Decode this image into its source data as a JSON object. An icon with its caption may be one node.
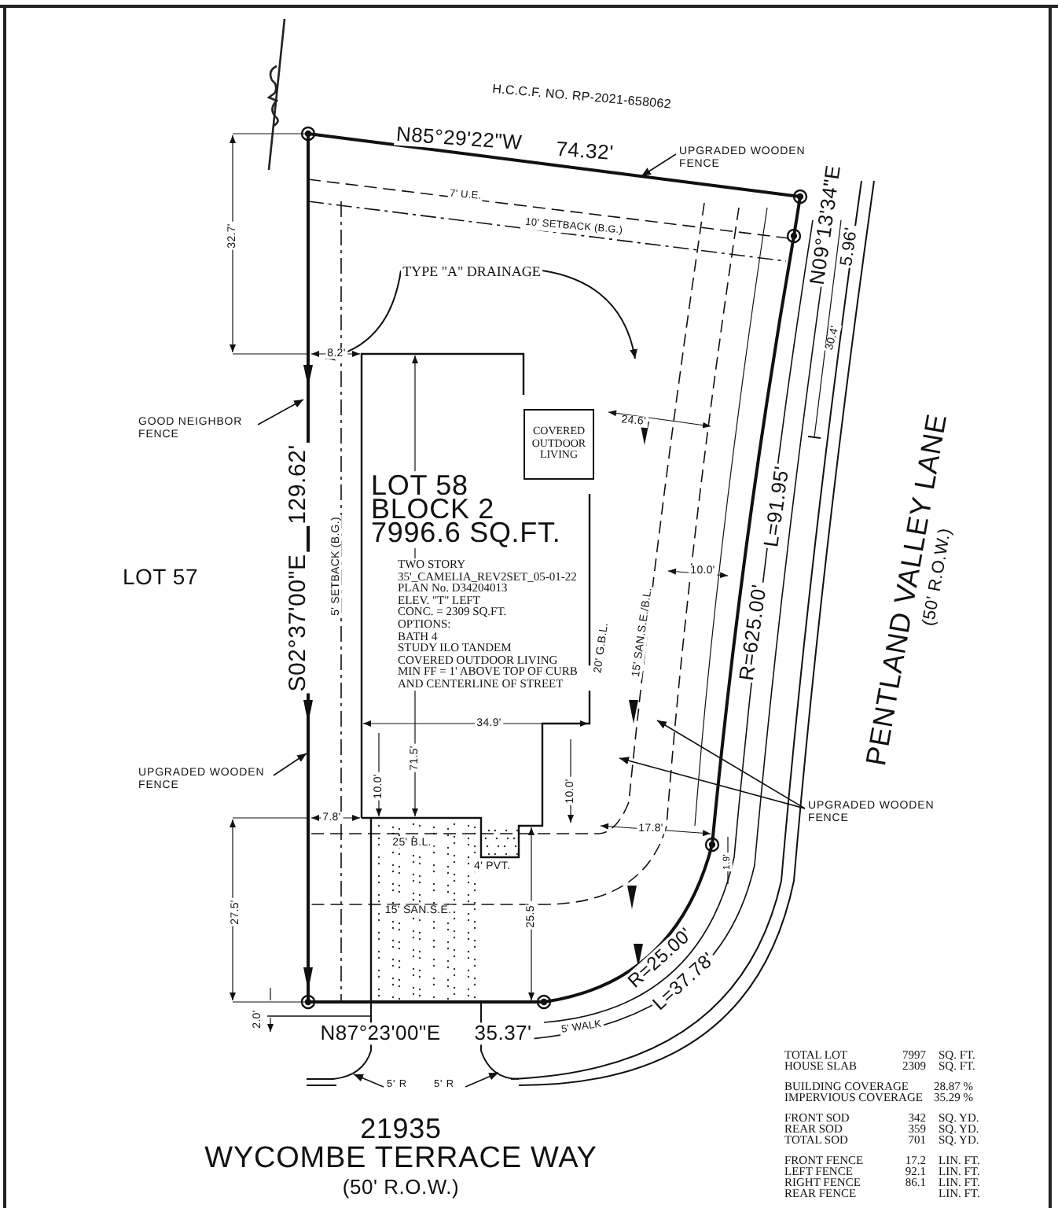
{
  "diagram": {
    "nodes": [
      {
        "text": [
          "COVERED OUTDOOR LIVING"
        ]
      },
      {
        "text": [
          "GOOD NEIGHBOR FENCE"
        ]
      },
      {
        "text": [
          "UPGRADED WOODEN FENCE"
        ]
      },
      {
        "text": [
          "UPGRADED WOODEN FENCE"
        ]
      },
      {
        "text": [
          "UPGRADED WOODEN FENCE"
        ]
      },
      {
        "text": [
          "5' R"
        ]
      },
      {
        "text": [
          "5' R"
        ]
      }
    ],
    "edges": [
      {
        "from": 1,
        "to": null,
        "arrow": "to"
      },
      {
        "from": 2,
        "to": null,
        "arrow": "to"
      },
      {
        "from": 3,
        "to": null,
        "arrow": "to"
      },
      {
        "from": 4,
        "to": null,
        "arrow": "to"
      },
      {
        "from": 4,
        "to": null,
        "arrow": "to"
      },
      {
        "from": 5,
        "to": null,
        "arrow": "to"
      },
      {
        "from": 6,
        "to": null,
        "arrow": "to"
      }
    ],
    "labels": [
      "H.C.C.F. NO. RP-2021-658062",
      "N85°29'22\"W",
      "74.32'",
      "7' U.E.",
      "10' SETBACK (B.G.)",
      "N09°13'34\"E",
      "5.96'",
      "32.7'",
      "TYPE \"A\" DRAINAGE",
      "8.2'",
      "30.4'",
      "24.6'",
      "LOT 57",
      "129.62'",
      "S02°37'00\"E",
      "5' SETBACK (B.G.)",
      "LOT 58",
      "BLOCK 2",
      "7996.6 SQ.FT.",
      "TWO STORY",
      "35'_CAMELIA_REV2SET_05-01-22",
      "PLAN No. D34204013",
      "ELEV. \"T\" LEFT",
      "CONC. = 2309 SQ.FT.",
      "OPTIONS:",
      "BATH 4",
      "STUDY ILO TANDEM",
      "COVERED OUTDOOR LIVING",
      "MIN FF = 1' ABOVE TOP OF CURB AND CENTERLINE OF STREET",
      "10.0'",
      "R=625.00'",
      "L=91.95'",
      "20' G.B.L.",
      "15' SAN.S.E./B.L.",
      "PENTLAND VALLEY LANE",
      "(50' R.O.W.)",
      "34.9'",
      "71.5'",
      "10.0'",
      "10.0'",
      "7.8'",
      "17.8'",
      "1.9'",
      "25' B.L.",
      "4' PVT.",
      "15' SAN.S.E.",
      "27.5'",
      "25.5'",
      "2.0'",
      "N87°23'00\"E",
      "35.37'",
      "5' WALK",
      "R=25.00'",
      "L=37.78'",
      "21935",
      "WYCOMBE TERRACE WAY",
      "(50' R.O.W.)",
      "TOTAL LOT",
      "7997",
      "SQ. FT.",
      "HOUSE SLAB",
      "2309",
      "SQ. FT.",
      "BUILDING COVERAGE",
      "28.87 %",
      "IMPERVIOUS COVERAGE",
      "35.29 %",
      "FRONT SOD",
      "342",
      "SQ. YD.",
      "REAR SOD",
      "359",
      "SQ. YD.",
      "TOTAL SOD",
      "701",
      "SQ. YD.",
      "FRONT FENCE",
      "17.2",
      "LIN. FT.",
      "LEFT FENCE",
      "92.1",
      "LIN. FT.",
      "RIGHT FENCE",
      "86.1",
      "LIN. FT.",
      "REAR FENCE",
      "LIN. FT."
    ]
  }
}
